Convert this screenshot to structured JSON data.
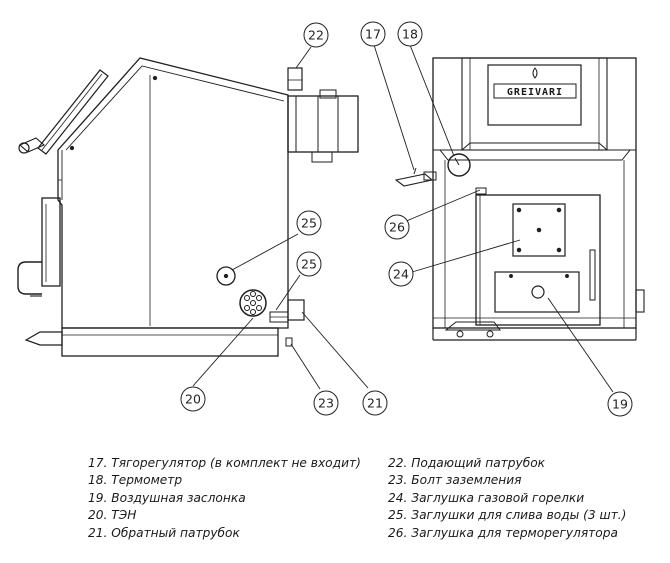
{
  "brand": {
    "text": "GREIVARI"
  },
  "callouts": {
    "c17": "17",
    "c18": "18",
    "c19": "19",
    "c20": "20",
    "c21": "21",
    "c22": "22",
    "c23": "23",
    "c24": "24",
    "c25a": "25",
    "c25b": "25",
    "c26": "26"
  },
  "legend": {
    "left": [
      "17. Тягорегулятор (в комплект не входит)",
      "18. Термометр",
      "19. Воздушная заслонка",
      "20. ТЭН",
      "21. Обратный патрубок"
    ],
    "right": [
      "22. Подающий патрубок",
      "23. Болт заземления",
      "24. Заглушка газовой горелки",
      "25. Заглушки для слива воды (3 шт.)",
      "26. Заглушка для терморегулятора"
    ]
  }
}
